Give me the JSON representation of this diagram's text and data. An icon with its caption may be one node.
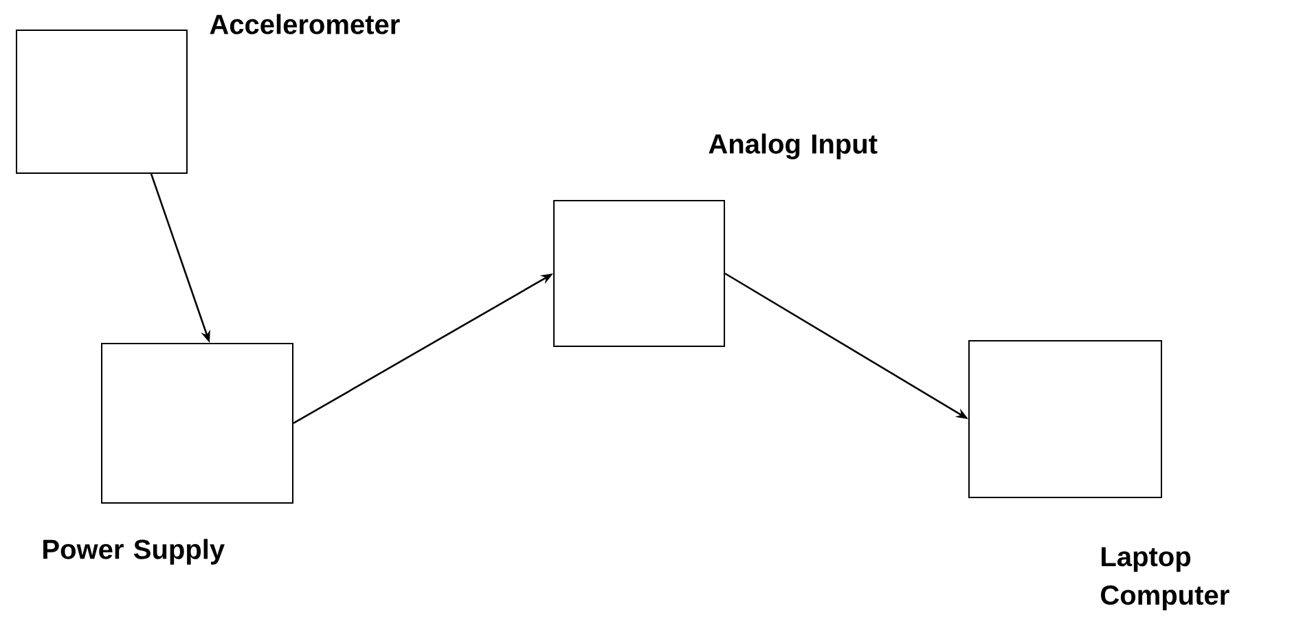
{
  "diagram": {
    "nodes": [
      {
        "text": [
          "Accelerometer"
        ]
      },
      {
        "text": [
          "Power Supply"
        ]
      },
      {
        "text": [
          "Analog Input"
        ]
      },
      {
        "text": [
          "Laptop Computer"
        ]
      }
    ],
    "edges": [
      {
        "from": 0,
        "to": 1,
        "arrow": "to"
      },
      {
        "from": 1,
        "to": 2,
        "arrow": "to"
      },
      {
        "from": 2,
        "to": 3,
        "arrow": "to"
      }
    ]
  }
}
